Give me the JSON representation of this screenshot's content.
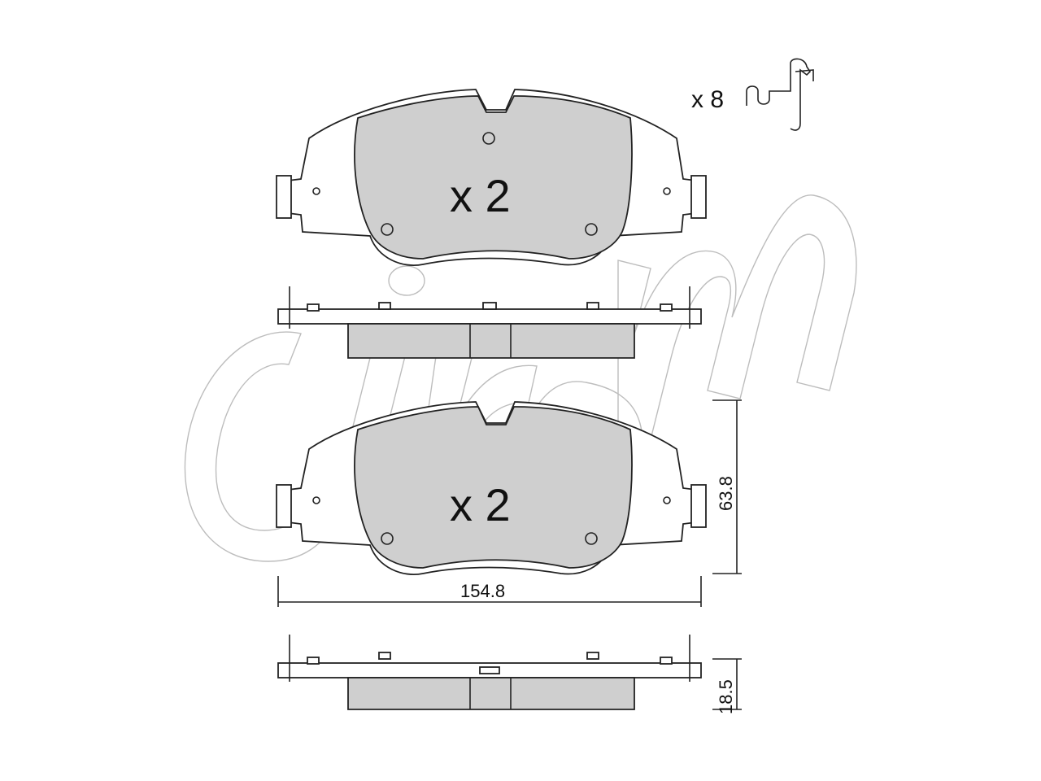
{
  "labels": {
    "clip_qty": "x 8",
    "pad_qty_top": "x 2",
    "pad_qty_bottom": "x 2",
    "width": "154.8",
    "height": "63.8",
    "thickness": "18.5"
  },
  "colors": {
    "friction": "#cfcfcf",
    "line": "#222222",
    "watermark": "#bdbdbd"
  },
  "icons": [
    "clip-icon",
    "watermark-logo"
  ]
}
